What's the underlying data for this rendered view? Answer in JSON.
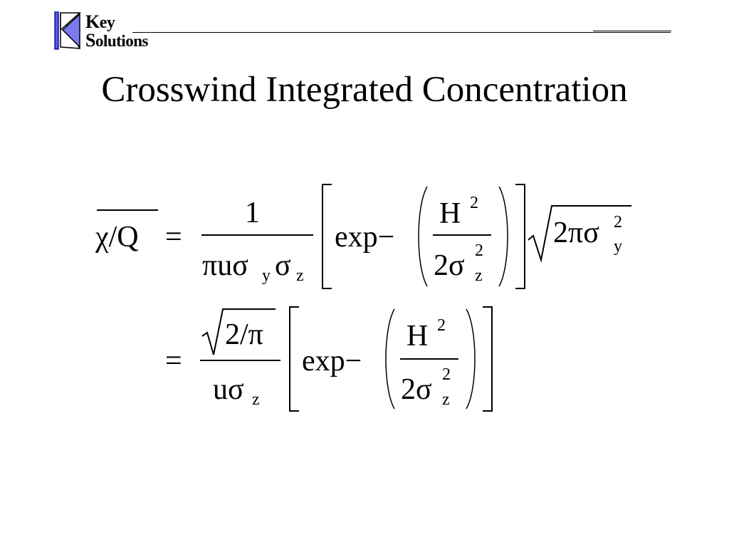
{
  "logo": {
    "line1": "Key",
    "line2": "Solutions",
    "accent_color": "#5A5AE6",
    "icon": "key-solutions-logo-icon"
  },
  "slide": {
    "title": "Crosswind Integrated Concentration"
  },
  "equation_1": {
    "lhs": "χ/Q",
    "equals": "=",
    "numerator": "1",
    "denominator_base": "πuσ",
    "denominator_sub_y": "y",
    "denominator_sigma": "σ",
    "denominator_sub_z": "z",
    "exp": "exp−",
    "inner_numerator": "H",
    "inner_numerator_sup": "2",
    "inner_denominator": "2σ",
    "inner_denominator_sup": "2",
    "inner_denominator_sub": "z",
    "sqrt_radicand": "2πσ",
    "sqrt_sup": "2",
    "sqrt_sub": "y"
  },
  "equation_2": {
    "equals": "=",
    "numerator_radicand": "2/π",
    "denominator": "uσ",
    "denominator_sub": "z",
    "exp": "exp−",
    "inner_numerator": "H",
    "inner_numerator_sup": "2",
    "inner_denominator": "2σ",
    "inner_denominator_sup": "2",
    "inner_denominator_sub": "z"
  }
}
